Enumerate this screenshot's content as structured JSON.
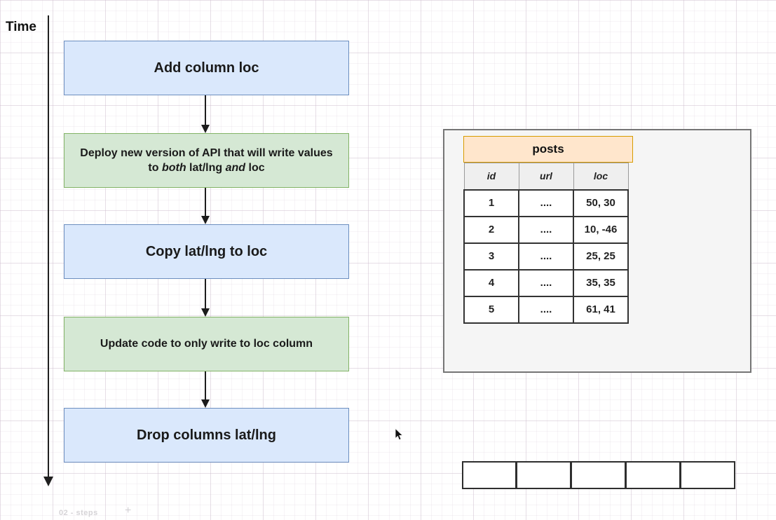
{
  "page": {
    "time_label": "Time",
    "footer": {
      "page_tab_label": "02 - steps",
      "add_page_label": "+"
    }
  },
  "flowchart": {
    "steps": [
      {
        "label": "Add column loc",
        "type": "blue"
      },
      {
        "label": "Deploy new version of API that will write values to *both* lat/lng *and* loc",
        "type": "green"
      },
      {
        "label": "Copy lat/lng to loc",
        "type": "blue"
      },
      {
        "label": "Update code to only write to loc column",
        "type": "green"
      },
      {
        "label": "Drop columns lat/lng",
        "type": "blue"
      }
    ]
  },
  "database_panel": {
    "table_title": "posts",
    "columns": [
      "id",
      "url",
      "loc"
    ],
    "rows": [
      {
        "id": "1",
        "url": "....",
        "loc": "50, 30"
      },
      {
        "id": "2",
        "url": "....",
        "loc": "10, -46"
      },
      {
        "id": "3",
        "url": "....",
        "loc": "25, 25"
      },
      {
        "id": "4",
        "url": "....",
        "loc": "35, 35"
      },
      {
        "id": "5",
        "url": "....",
        "loc": "61, 41"
      }
    ]
  },
  "empty_row": {
    "cell_count": 5
  },
  "colors": {
    "step_blue_fill": "#dae8fc",
    "step_blue_border": "#6c8ebf",
    "step_green_fill": "#d5e8d4",
    "step_green_border": "#82b366",
    "table_title_fill": "#ffe6cc",
    "table_title_border": "#d79b00",
    "panel_fill": "#f5f5f5",
    "panel_border": "#757575",
    "arrow": "#1c1c1c"
  }
}
